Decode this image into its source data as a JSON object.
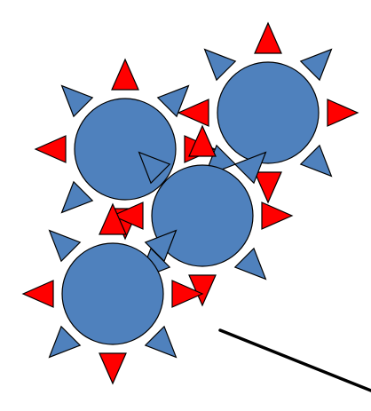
{
  "diagram": {
    "colors": {
      "body_fill": "#4f81bd",
      "spike_red": "#ff0000",
      "spike_blue": "#4f81bd",
      "outline": "#000000",
      "connector": "#000000",
      "background": "#ffffff"
    },
    "spike_pattern": [
      "red",
      "blue",
      "red",
      "blue",
      "red",
      "blue",
      "red",
      "blue"
    ],
    "units": [
      {
        "id": "unit-top-right",
        "spikes": 8
      },
      {
        "id": "unit-upper-left",
        "spikes": 8
      },
      {
        "id": "unit-middle",
        "spikes": 8
      },
      {
        "id": "unit-lower-left",
        "spikes": 8
      }
    ],
    "connector": {
      "id": "tether-line"
    }
  }
}
